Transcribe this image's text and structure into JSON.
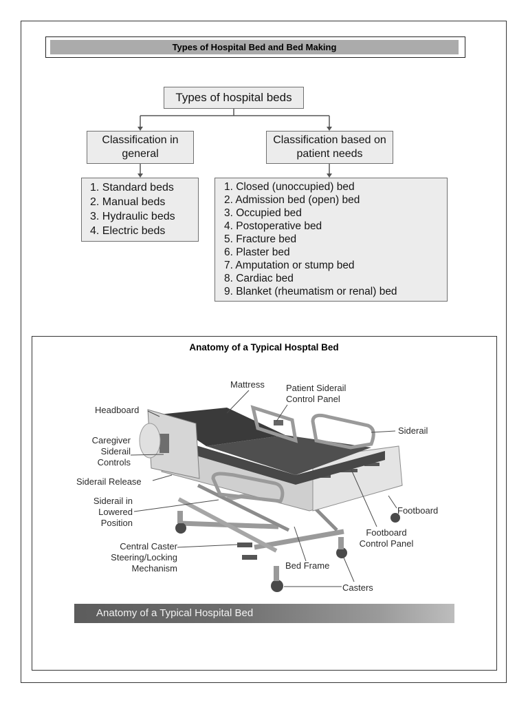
{
  "header": {
    "title": "Types of Hospital Bed and Bed Making"
  },
  "tree": {
    "root": "Types of hospital beds",
    "general": {
      "label": "Classification in general",
      "items": [
        "1. Standard beds",
        "2. Manual beds",
        "3. Hydraulic beds",
        "4. Electric beds"
      ]
    },
    "needs": {
      "label": "Classification based on patient needs",
      "items": [
        "1. Closed (unoccupied) bed",
        "2. Admission bed (open) bed",
        "3. Occupied bed",
        "4. Postoperative bed",
        "5. Fracture bed",
        "6. Plaster bed",
        "7. Amputation or stump bed",
        "8. Cardiac bed",
        "9. Blanket (rheumatism or renal) bed"
      ]
    }
  },
  "anatomy": {
    "title": "Anatomy of a Typical Hosptal Bed",
    "labels": {
      "mattress": "Mattress",
      "patient_siderail_panel": "Patient Siderail\nControl Panel",
      "headboard": "Headboard",
      "siderail": "Siderail",
      "caregiver_controls": "Caregiver\nSiderail\nControls",
      "siderail_release": "Siderail Release",
      "siderail_lowered": "Siderail in\nLowered\nPosition",
      "footboard": "Footboard",
      "footboard_panel": "Footboard\nControl Panel",
      "central_caster": "Central Caster\nSteering/Locking\nMechanism",
      "bed_frame": "Bed Frame",
      "casters": "Casters"
    },
    "caption": "Anatomy of a Typical Hospital Bed"
  }
}
